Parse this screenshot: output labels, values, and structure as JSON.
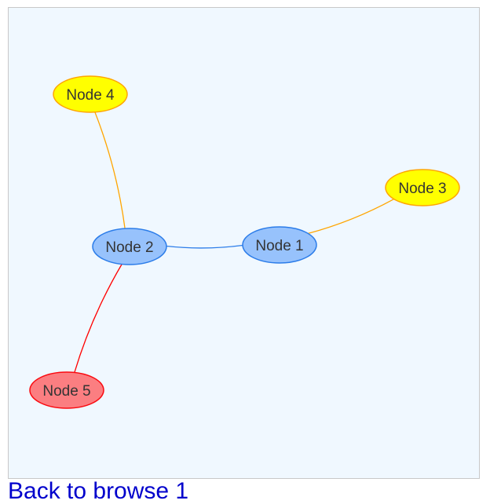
{
  "nodes": [
    {
      "id": 1,
      "label": "Node 1",
      "group": "blue"
    },
    {
      "id": 2,
      "label": "Node 2",
      "group": "blue"
    },
    {
      "id": 3,
      "label": "Node 3",
      "group": "yellow"
    },
    {
      "id": 4,
      "label": "Node 4",
      "group": "yellow"
    },
    {
      "id": 5,
      "label": "Node 5",
      "group": "red"
    }
  ],
  "edges": [
    {
      "from": 2,
      "to": 1,
      "color": "#2b7ce9"
    },
    {
      "from": 1,
      "to": 3,
      "color": "#ffa500"
    },
    {
      "from": 2,
      "to": 4,
      "color": "#ffa500"
    },
    {
      "from": 2,
      "to": 5,
      "color": "#ff0000"
    }
  ],
  "styles": {
    "blue": {
      "fill": "#97c2fc",
      "stroke": "#2b7ce9"
    },
    "yellow": {
      "fill": "#ffff00",
      "stroke": "#ffa500"
    },
    "red": {
      "fill": "#fb7e81",
      "stroke": "#fa0a10"
    }
  },
  "footer": {
    "link_text": "Back to browse 1"
  }
}
